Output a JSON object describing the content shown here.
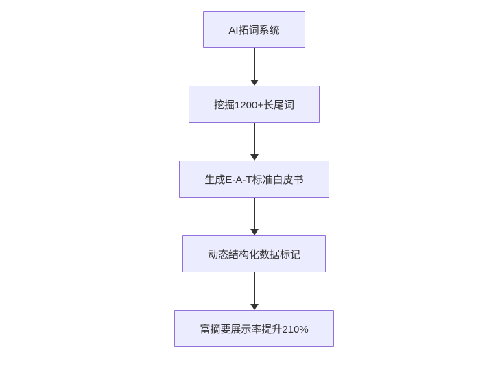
{
  "diagram": {
    "type": "flowchart",
    "direction": "top-down",
    "nodes": [
      {
        "id": "A",
        "label": "AI拓词系统"
      },
      {
        "id": "B",
        "label": "挖掘1200+长尾词"
      },
      {
        "id": "C",
        "label": "生成E-A-T标准白皮书"
      },
      {
        "id": "D",
        "label": "动态结构化数据标记"
      },
      {
        "id": "E",
        "label": "富摘要展示率提升210%"
      }
    ],
    "edges": [
      {
        "from": "A",
        "to": "B"
      },
      {
        "from": "B",
        "to": "C"
      },
      {
        "from": "C",
        "to": "D"
      },
      {
        "from": "D",
        "to": "E"
      }
    ],
    "colors": {
      "node_fill": "#ECECFF",
      "node_border": "#9370DB",
      "arrow": "#333333",
      "text": "#333333",
      "background": "#FFFFFF"
    }
  }
}
